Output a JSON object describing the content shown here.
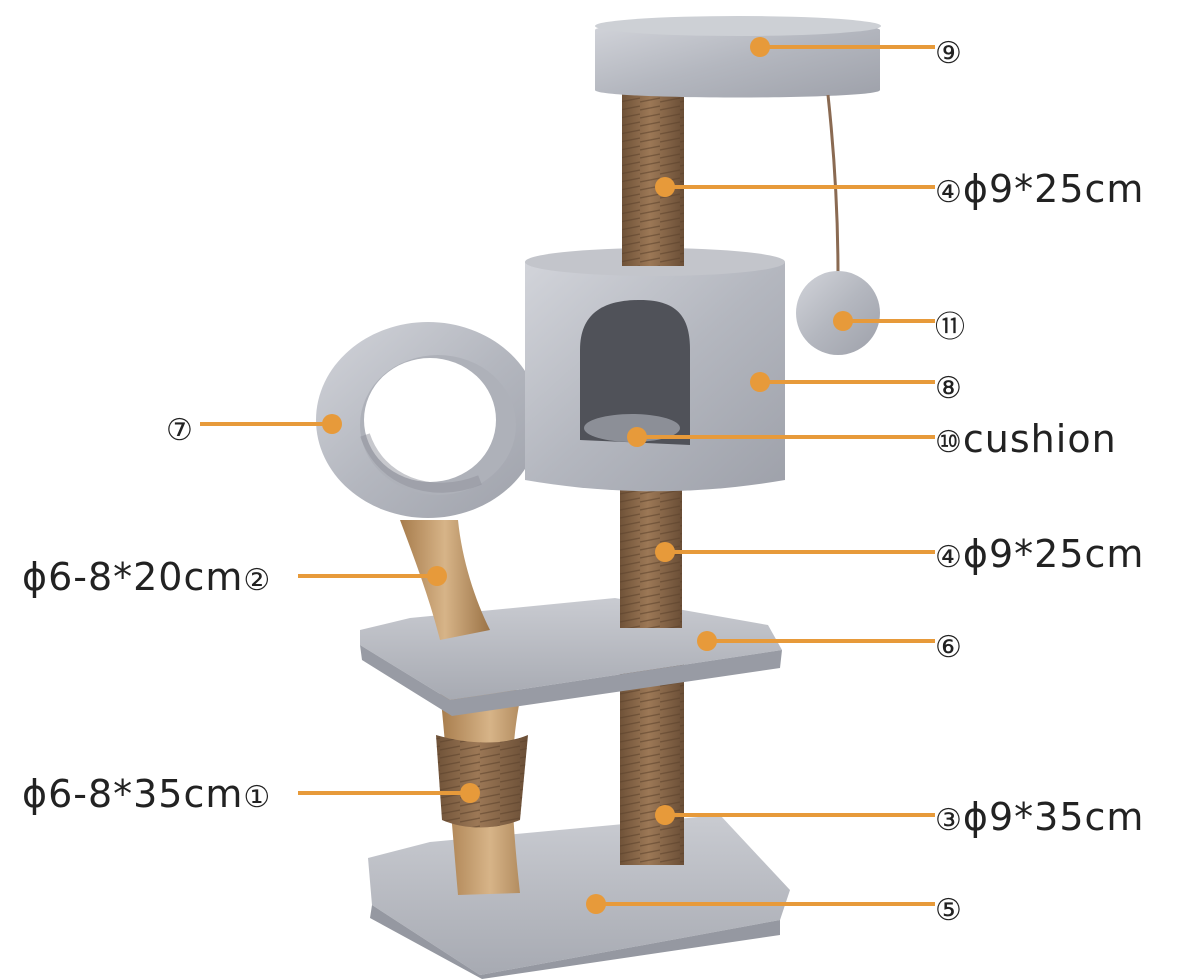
{
  "callouts": [
    {
      "id": "9",
      "marker": "⑨",
      "text": ""
    },
    {
      "id": "4a",
      "marker": "④",
      "text": "ϕ9*25cm"
    },
    {
      "id": "11",
      "marker": "⑪",
      "text": ""
    },
    {
      "id": "8",
      "marker": "⑧",
      "text": ""
    },
    {
      "id": "10",
      "marker": "⑩",
      "text": "cushion"
    },
    {
      "id": "4b",
      "marker": "④",
      "text": "ϕ9*25cm"
    },
    {
      "id": "6",
      "marker": "⑥",
      "text": ""
    },
    {
      "id": "3",
      "marker": "③",
      "text": "ϕ9*35cm"
    },
    {
      "id": "5",
      "marker": "⑤",
      "text": ""
    },
    {
      "id": "7",
      "marker": "⑦",
      "text": ""
    },
    {
      "id": "2",
      "marker": "②",
      "text": "ϕ6-8*20cm"
    },
    {
      "id": "1",
      "marker": "①",
      "text": "ϕ6-8*35cm"
    }
  ],
  "colors": {
    "leader": "#E79A3A",
    "plush": "#B9BBC2",
    "sisal": "#8B6A4C",
    "wood": "#C9A070"
  }
}
